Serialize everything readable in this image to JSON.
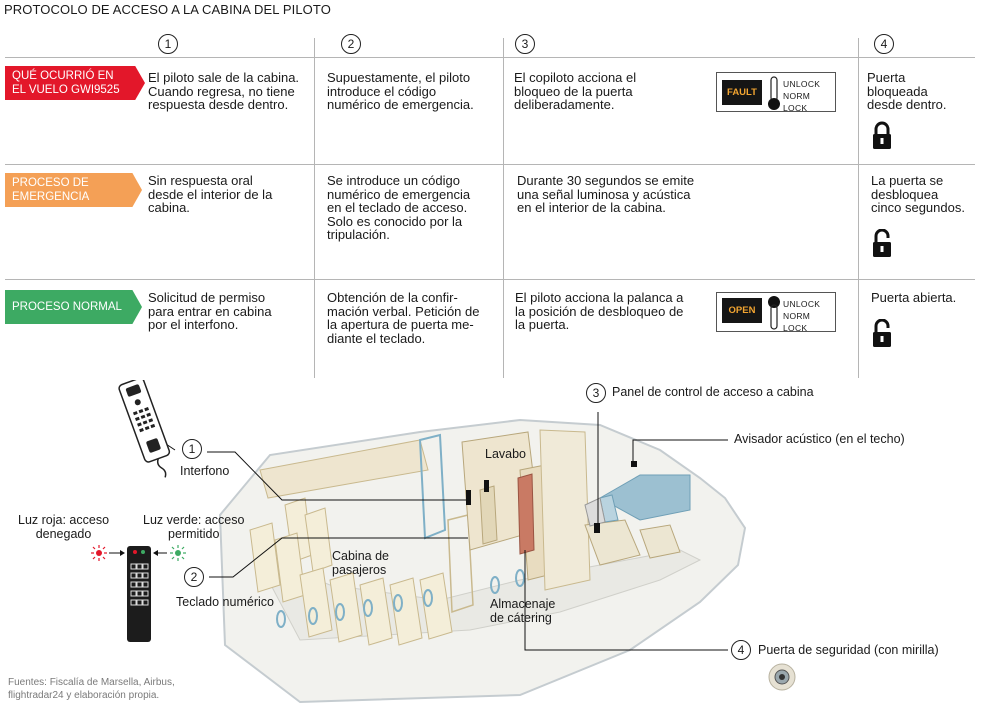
{
  "title": "PROTOCOLO DE ACCESO A LA CABINA DEL PILOTO",
  "steps": [
    "1",
    "2",
    "3",
    "4"
  ],
  "rows": [
    {
      "tag_line1": "QUÉ OCURRIÓ EN",
      "tag_line2": "EL VUELO GWI9525",
      "tag_color": "#e3172a",
      "c1": [
        "El piloto sale de la cabina.",
        "Cuando regresa, no tiene",
        "respuesta desde dentro."
      ],
      "c2": [
        "Supuestamente, el piloto",
        "introduce el código",
        "numérico de emergencia."
      ],
      "c3": [
        "El copiloto acciona el",
        "bloqueo de la puerta",
        "deliberadamente."
      ],
      "c4": [
        "Puerta",
        "bloqueada",
        "desde dentro."
      ],
      "panel_lamp": "FAULT",
      "panel_lamp_color": "#f3a531",
      "lock": "locked-padlock-icon"
    },
    {
      "tag_line1": "PROCESO DE",
      "tag_line2": "EMERGENCIA",
      "tag_color": "#f4a056",
      "c1": [
        "Sin respuesta oral",
        "desde el interior de la",
        "cabina."
      ],
      "c2": [
        "Se introduce un código",
        "numérico de emergencia",
        "en el teclado de acceso.",
        "Solo es conocido por la",
        "tripulación."
      ],
      "c3": [
        "Durante 30 segundos se emite",
        "una señal luminosa y acústica",
        "en el interior de la cabina."
      ],
      "c4": [
        "La puerta se",
        "desbloquea",
        "cinco segundos."
      ],
      "lock": "unlocked-padlock-icon"
    },
    {
      "tag_line1": "PROCESO NORMAL",
      "tag_color": "#3daa63",
      "c1": [
        "Solicitud de permiso",
        "para entrar en cabina",
        "por el interfono."
      ],
      "c2": [
        "Obtención de  la confir-",
        "mación verbal. Petición de",
        "la apertura de puerta me-",
        "diante el teclado."
      ],
      "c3": [
        "El piloto acciona la palanca a",
        "la posición de desbloqueo de",
        "la puerta."
      ],
      "c4": [
        "Puerta abierta."
      ],
      "panel_lamp": "OPEN",
      "panel_lamp_color": "#f3a531",
      "lock": "unlocked-padlock-icon"
    }
  ],
  "panel_options": [
    "UNLOCK",
    "NORM",
    "LOCK"
  ],
  "diagram": {
    "panel_label": "Panel de control de acceso a cabina",
    "panel_num": "3",
    "acoustic_label": "Avisador acústico (en el techo)",
    "lavabo": "Lavabo",
    "interfono_num": "1",
    "interfono": "Interfono",
    "luz_roja": [
      "Luz roja: acceso",
      "denegado"
    ],
    "luz_verde": [
      "Luz verde: acceso",
      "permitido"
    ],
    "teclado_num": "2",
    "teclado": "Teclado numérico",
    "cabina": [
      "Cabina de",
      "pasajeros"
    ],
    "catering": [
      "Almacenaje",
      "de cátering"
    ],
    "puerta_num": "4",
    "puerta": "Puerta de seguridad (con mirilla)"
  },
  "sources": [
    "Fuentes: Fiscalía de Marsella, Airbus,",
    "flightradar24 y elaboración propia."
  ],
  "colors": {
    "red_light": "#e3172a",
    "green_light": "#3daa63",
    "door": "#c97a64",
    "window": "#8fb8cc"
  }
}
